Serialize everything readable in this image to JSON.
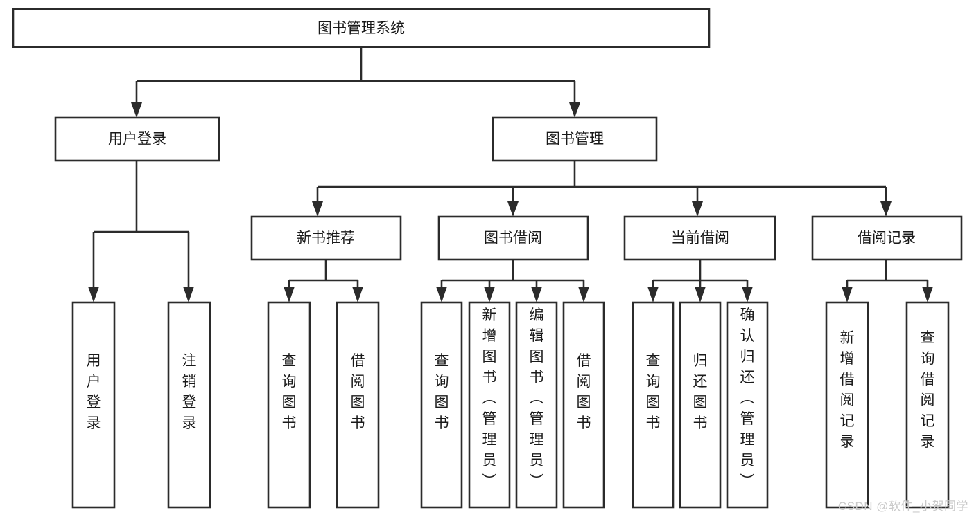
{
  "diagram": {
    "title_node": {
      "label": "图书管理系统"
    },
    "level2": [
      {
        "id": "user-login",
        "label": "用户登录"
      },
      {
        "id": "book-manage",
        "label": "图书管理"
      }
    ],
    "level3": [
      {
        "id": "new-book-recommend",
        "label": "新书推荐"
      },
      {
        "id": "book-borrow",
        "label": "图书借阅"
      },
      {
        "id": "current-borrow",
        "label": "当前借阅"
      },
      {
        "id": "borrow-record",
        "label": "借阅记录"
      }
    ],
    "leaves": {
      "user_login": [
        {
          "id": "leaf-user-login",
          "label": "用户登录"
        },
        {
          "id": "leaf-logout",
          "label": "注销登录"
        }
      ],
      "new_book_recommend": [
        {
          "id": "leaf-query-book-1",
          "label": "查询图书"
        },
        {
          "id": "leaf-borrow-book-1",
          "label": "借阅图书"
        }
      ],
      "book_borrow": [
        {
          "id": "leaf-query-book-2",
          "label": "查询图书"
        },
        {
          "id": "leaf-add-book",
          "label": "新增图书（管理员）"
        },
        {
          "id": "leaf-edit-book",
          "label": "编辑图书（管理员）"
        },
        {
          "id": "leaf-borrow-book-2",
          "label": "借阅图书"
        }
      ],
      "current_borrow": [
        {
          "id": "leaf-query-book-3",
          "label": "查询图书"
        },
        {
          "id": "leaf-return-book",
          "label": "归还图书"
        },
        {
          "id": "leaf-confirm-return",
          "label": "确认归还（管理员）"
        }
      ],
      "borrow_record": [
        {
          "id": "leaf-add-record",
          "label": "新增借阅记录"
        },
        {
          "id": "leaf-query-record",
          "label": "查询借阅记录"
        }
      ]
    }
  },
  "watermark": {
    "text": "CSDN @软件_小贺同学"
  },
  "colors": {
    "stroke": "#2b2b2b",
    "box_fill": "#ffffff",
    "text": "#1a1a1a",
    "watermark": "#c9c9c9",
    "background": "#ffffff"
  }
}
